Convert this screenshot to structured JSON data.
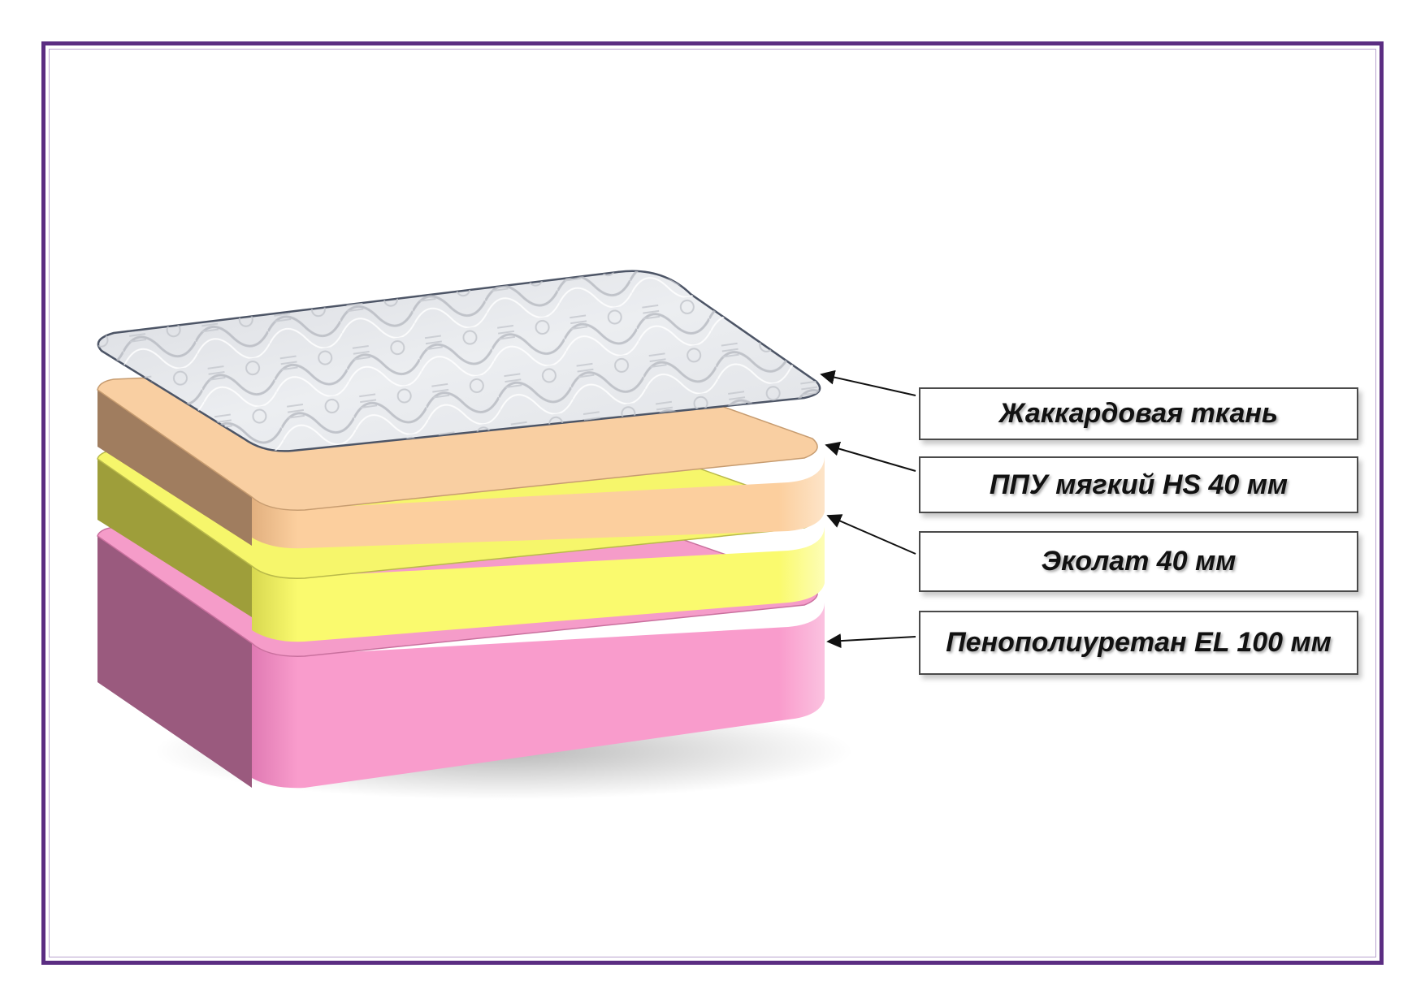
{
  "colors": {
    "frame": "#5b2d82",
    "fabric": "#e4e6ea",
    "hs_foam": "#fccf9e",
    "ecolat": "#fafa6e",
    "el_foam": "#f99ccc",
    "arrow": "#111111"
  },
  "layers": [
    {
      "label": "Жаккардовая ткань",
      "material": "fabric"
    },
    {
      "label": "ППУ мягкий HS 40 мм",
      "material": "hs_foam"
    },
    {
      "label": "Эколат 40 мм",
      "material": "ecolat"
    },
    {
      "label": "Пенополиуретан EL 100 мм",
      "material": "el_foam"
    }
  ]
}
